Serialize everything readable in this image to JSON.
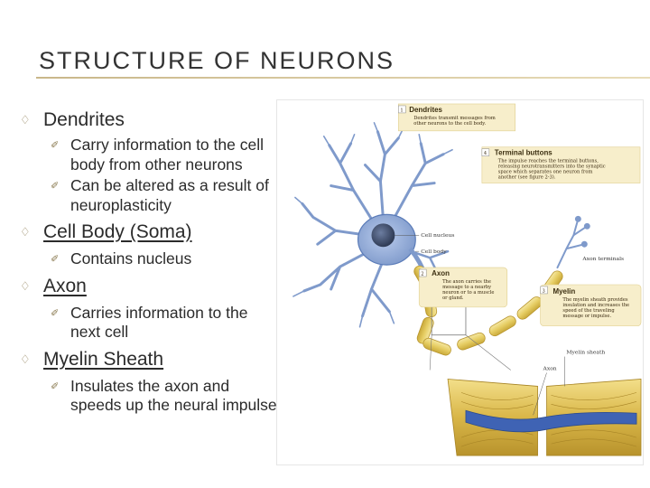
{
  "slide": {
    "title": "STRUCTURE OF NEURONS",
    "items": [
      {
        "label": "Dendrites",
        "subitems": [
          "Carry information to the cell body from other neurons",
          "Can be altered as a result of neuroplasticity"
        ]
      },
      {
        "label": "Cell Body (Soma)",
        "subitems": [
          "Contains nucleus"
        ]
      },
      {
        "label": "Axon",
        "subitems": [
          "Carries information to the next cell"
        ]
      },
      {
        "label": "Myelin Sheath",
        "subitems": [
          "Insulates the axon and speeds up the neural impulse"
        ]
      }
    ]
  },
  "figure": {
    "captions": {
      "dendrites": {
        "num": "1",
        "title": "Dendrites",
        "text": [
          "Dendrites transmit messages from",
          "other neurons to the cell body."
        ]
      },
      "terminal": {
        "num": "4",
        "title": "Terminal buttons",
        "text": [
          "The impulse reaches the terminal buttons,",
          "releasing neurotransmitters into the synaptic",
          "space which separates one neuron from",
          "another (see figure 2-3)."
        ]
      },
      "axon": {
        "num": "2",
        "title": "Axon",
        "text": [
          "The axon carries the",
          "message to a nearby",
          "neuron or to a muscle",
          "or gland."
        ]
      },
      "myelin": {
        "num": "3",
        "title": "Myelin",
        "text": [
          "The myelin sheath provides",
          "insulation and increases the",
          "speed of the traveling",
          "message or impulse."
        ]
      }
    },
    "labels": {
      "cell_nucleus": "Cell nucleus",
      "cell_body": "Cell body",
      "axon_terminals": "Axon terminals",
      "myelin_sheath": "Myelin sheath",
      "axon": "Axon"
    },
    "colors": {
      "neuron": "#8fa8d6",
      "neuron_outline": "#5a7bb8",
      "nucleus": "#4a5a78",
      "myelin": "#e8d170",
      "caption_bg": "#f7eecb",
      "caption_border": "#e0cf8e"
    }
  }
}
